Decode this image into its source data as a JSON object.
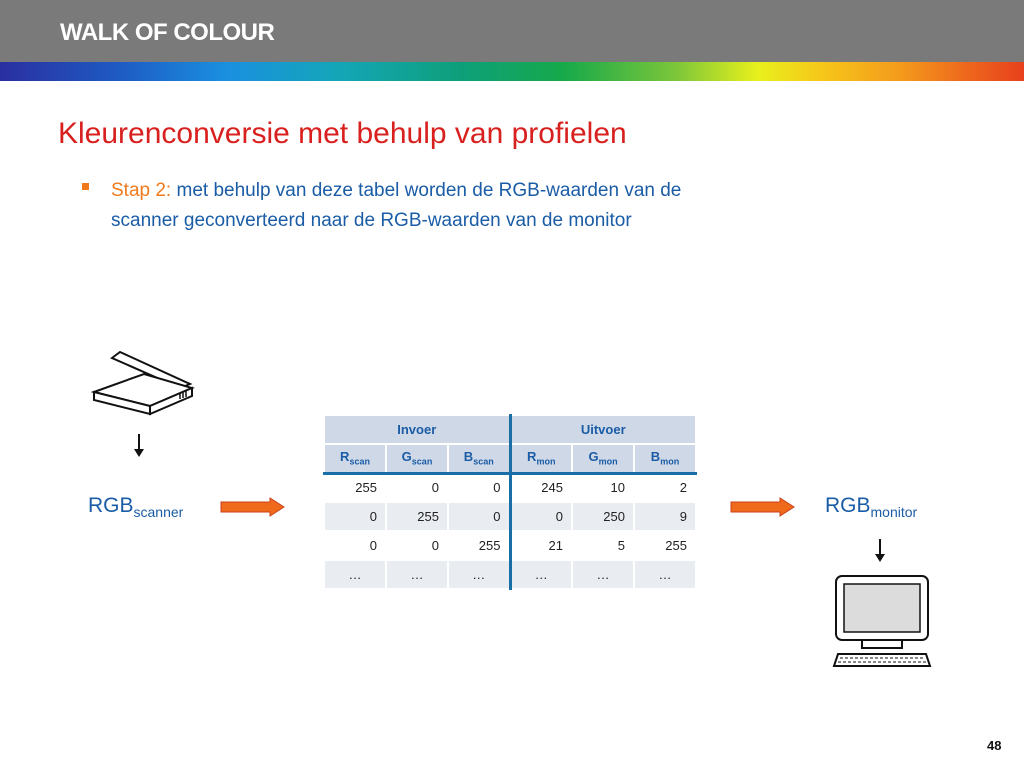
{
  "header": {
    "title": "WALK OF COLOUR"
  },
  "slide": {
    "title": "Kleurenconversie met behulp van profielen",
    "bullet_prefix": "Stap 2:",
    "bullet_text": "met behulp van deze tabel worden de RGB-waarden van de scanner geconverteerd naar de RGB-waarden van de monitor"
  },
  "labels": {
    "scanner_main": "RGB",
    "scanner_sub": "scanner",
    "monitor_main": "RGB",
    "monitor_sub": "monitor"
  },
  "table": {
    "group_in": "Invoer",
    "group_out": "Uitvoer",
    "columns": [
      {
        "main": "R",
        "sub": "scan"
      },
      {
        "main": "G",
        "sub": "scan"
      },
      {
        "main": "B",
        "sub": "scan"
      },
      {
        "main": "R",
        "sub": "mon"
      },
      {
        "main": "G",
        "sub": "mon"
      },
      {
        "main": "B",
        "sub": "mon"
      }
    ],
    "rows": [
      [
        "255",
        "0",
        "0",
        "245",
        "10",
        "2"
      ],
      [
        "0",
        "255",
        "0",
        "0",
        "250",
        "9"
      ],
      [
        "0",
        "0",
        "255",
        "21",
        "5",
        "255"
      ],
      [
        "…",
        "…",
        "…",
        "…",
        "…",
        "…"
      ]
    ]
  },
  "colors": {
    "title_red": "#d8201e",
    "text_blue": "#1a5ca6",
    "accent_orange": "#f07a1c",
    "header_gray": "#7a7a7a"
  },
  "icons": {
    "scanner": "flatbed-scanner-icon",
    "monitor": "desktop-computer-icon"
  },
  "footer": {
    "page_number": "48"
  }
}
